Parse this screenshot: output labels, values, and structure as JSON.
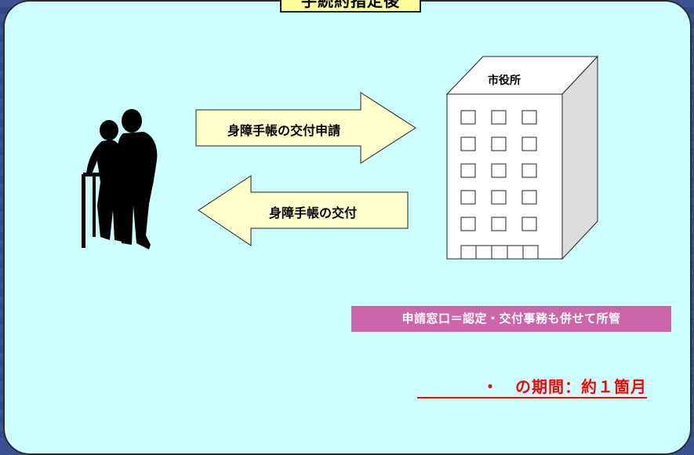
{
  "title": "手続約指定後",
  "building": {
    "label": "市役所"
  },
  "arrows": {
    "to_city": "身障手帳の交付申請",
    "to_person": "身障手帳の交付"
  },
  "window_note": "申請窓口＝認定・交付事務も併せて所管",
  "period_note": "・　の期間：約１箇月",
  "colors": {
    "panel": "#ccffff",
    "arrow_fill": "#ffffcc",
    "title_fill": "#ffff99",
    "note_bg": "#cc66aa",
    "period_text": "#ff0000"
  }
}
